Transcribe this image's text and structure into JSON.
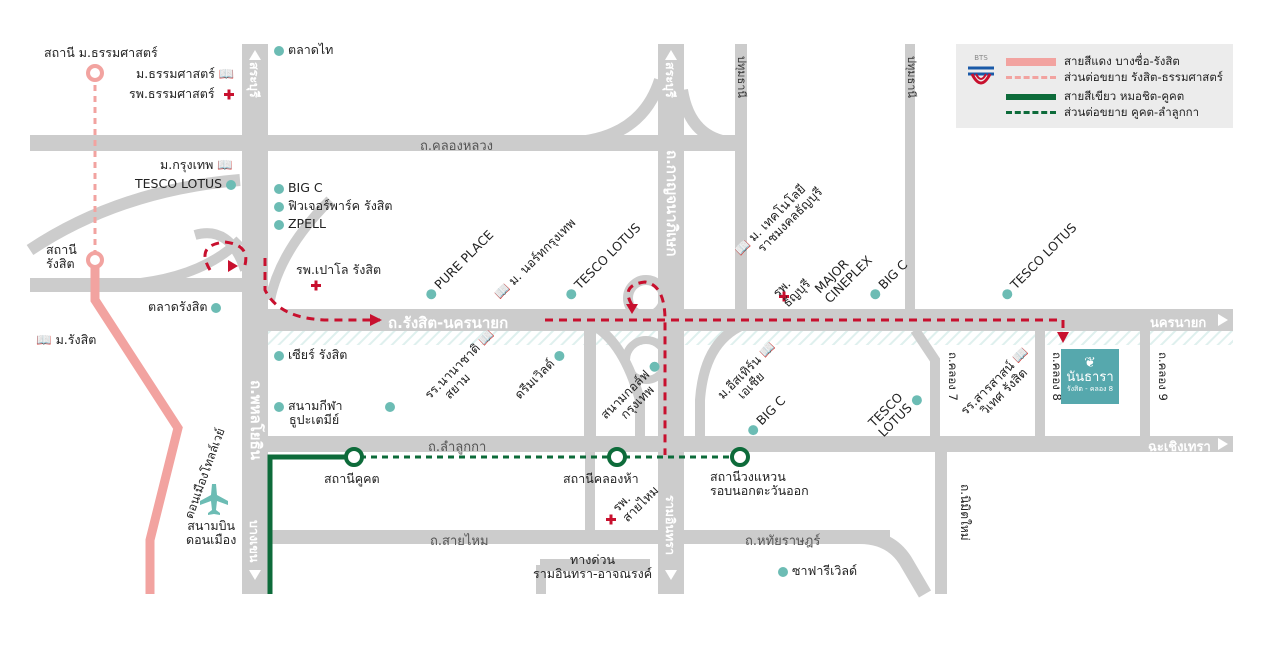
{
  "legend": {
    "red_line": "สายสีแดง บางซื่อ-รังสิต",
    "red_ext": "ส่วนต่อขยาย รังสิต-ธรรมศาสตร์",
    "green_line": "สายสีเขียว หมอชิต-คูคต",
    "green_ext": "ส่วนต่อขยาย คูคต-ลำลูกกา",
    "logo_text": "BTS"
  },
  "colors": {
    "red_line": "#f2a3a0",
    "green_line": "#0d6b3a",
    "route": "#c8102e",
    "road": "#cccccc",
    "poi": "#6cbcb4",
    "project": "#56a8ad"
  },
  "stations": {
    "thammasat": "สถานี ม.ธรรมศาสตร์",
    "rangsit_1": "สถานี",
    "rangsit_2": "รังสิต",
    "khukhot": "สถานีคูคต",
    "khlong5": "สถานีคลองห้า",
    "ring_1": "สถานีวงแหวน",
    "ring_2": "รอบนอกตะวันออก"
  },
  "roads": {
    "khlong_luang": "ถ.คลองหลวง",
    "rangsit_nakhon": "ถ.รังสิต-นครนายก",
    "nakhon_nayok": "นครนายก",
    "lamlukka": "ถ.ลำลูกกา",
    "chachoengsao": "ฉะเชิงเทรา",
    "sai_mai": "ถ.สายไหม",
    "hathai": "ถ.หทัยราษฎร์",
    "expressway_1": "ทางด่วน",
    "expressway_2": "รามอินทรา-อาจณรงค์",
    "phahon": "ถ.พหลโยธิน",
    "kanchana": "ถ.กาญจนาภิเษก",
    "ram_intra": "รามอินทรา",
    "bangkhen": "บางเขน",
    "don_mueang_tollway": "ดอนเมืองโทลล์เวย์",
    "nimit_mai": "ถ.นิมิตใหม่",
    "khlong7": "ถ.คลอง 7",
    "khlong8": "ถ.คลอง 8",
    "khlong9": "ถ.คลอง 9",
    "to_saraburi_left": "สระบุรี",
    "to_saraburi_mid": "สระบุรี",
    "to_saraburi_r1": "ปทุมธานี",
    "to_saraburi_r2": "ปทุมธานี"
  },
  "pois": {
    "tu": "ม.ธรรมศาสตร์",
    "tu_hosp": "รพ.ธรรมศาสตร์",
    "talad_thai": "ตลาดไท",
    "bkk_univ": "ม.กรุงเทพ",
    "tesco_left": "TESCO LOTUS",
    "bigc_1": "BIG C",
    "future_park": "ฟิวเจอร์พาร์ค รังสิต",
    "zpell": "ZPELL",
    "paolo": "รพ.เปาโล รังสิต",
    "rangsit_market": "ตลาดรังสิต",
    "rangsit_univ": "ม.รังสิต",
    "pure_place": "PURE PLACE",
    "north_bkk": "ม. นอร์ทกรุงเทพ",
    "tesco_2": "TESCO LOTUS",
    "rmutt_1": "ม. เทคโนโลยี",
    "rmutt_2": "ราชมงคลธัญบุรี",
    "thanyaburi_hosp_1": "รพ.",
    "thanyaburi_hosp_2": "ธัญบุรี",
    "major_1": "MAJOR",
    "major_2": "CINEPLEX",
    "bigc_2": "BIG C",
    "tesco_3": "TESCO LOTUS",
    "seacon": "เซียร์ รังสิต",
    "stadium_1": "สนามกีฬา",
    "stadium_2": "ธูปะเตมีย์",
    "inter_school_1": "รร.นานาชาติ",
    "inter_school_2": "สยาม",
    "dream_world": "ดรีมเวิลด์",
    "golf_1": "สนามกอล์ฟ",
    "golf_2": "กรุงเทพ",
    "asian_univ_1": "ม.อีสเทิร์น",
    "asian_univ_2": "เอเชีย",
    "bigc_3": "BIG C",
    "tesco_4_1": "TESCO",
    "tesco_4_2": "LOTUS",
    "satit_1": "รร.สารสาสน์",
    "satit_2": "วิเทศ รังสิต",
    "sai_mai_hosp_1": "รพ.",
    "sai_mai_hosp_2": "สายไหม",
    "airport_1": "สนามบิน",
    "airport_2": "ดอนเมือง",
    "safari": "ซาฟารีเวิลด์"
  },
  "project": {
    "name": "นันธารา",
    "sub": "รังสิต - คลอง 8"
  }
}
